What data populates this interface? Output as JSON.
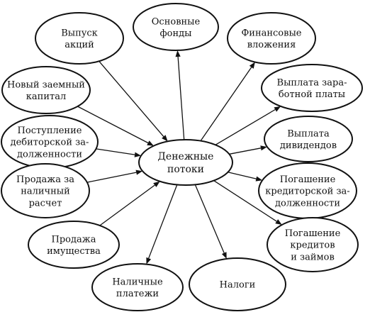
{
  "center": {
    "lines": [
      "Денежные",
      "потоки"
    ]
  },
  "nodes": [
    {
      "id": "share-issue",
      "lines": [
        "Выпуск",
        "акций"
      ],
      "direction": "in"
    },
    {
      "id": "fixed-assets",
      "lines": [
        "Основные",
        "фонды"
      ],
      "direction": "out"
    },
    {
      "id": "financial-investments",
      "lines": [
        "Финансовые",
        "вложения"
      ],
      "direction": "out"
    },
    {
      "id": "new-loan-capital",
      "lines": [
        "Новый заемный",
        "капитал"
      ],
      "direction": "in"
    },
    {
      "id": "salary-payment",
      "lines": [
        "Выплата зара-",
        "ботной платы"
      ],
      "direction": "out"
    },
    {
      "id": "receivables-inflow",
      "lines": [
        "Поступление",
        "дебиторской за-",
        "долженности"
      ],
      "direction": "in"
    },
    {
      "id": "dividend-payment",
      "lines": [
        "Выплата",
        "дивидендов"
      ],
      "direction": "out"
    },
    {
      "id": "credit-sales",
      "lines": [
        "Продажа за",
        "наличный",
        "расчет"
      ],
      "direction": "in"
    },
    {
      "id": "payables-repayment",
      "lines": [
        "Погашение",
        "кредиторской за-",
        "долженности"
      ],
      "direction": "out"
    },
    {
      "id": "property-sales",
      "lines": [
        "Продажа",
        "имущества"
      ],
      "direction": "in"
    },
    {
      "id": "loan-repayment",
      "lines": [
        "Погашение",
        "кредитов",
        "и займов"
      ],
      "direction": "out"
    },
    {
      "id": "cash-payments",
      "lines": [
        "Наличные",
        "платежи"
      ],
      "direction": "out"
    },
    {
      "id": "taxes",
      "lines": [
        "Налоги"
      ],
      "direction": "out"
    }
  ]
}
